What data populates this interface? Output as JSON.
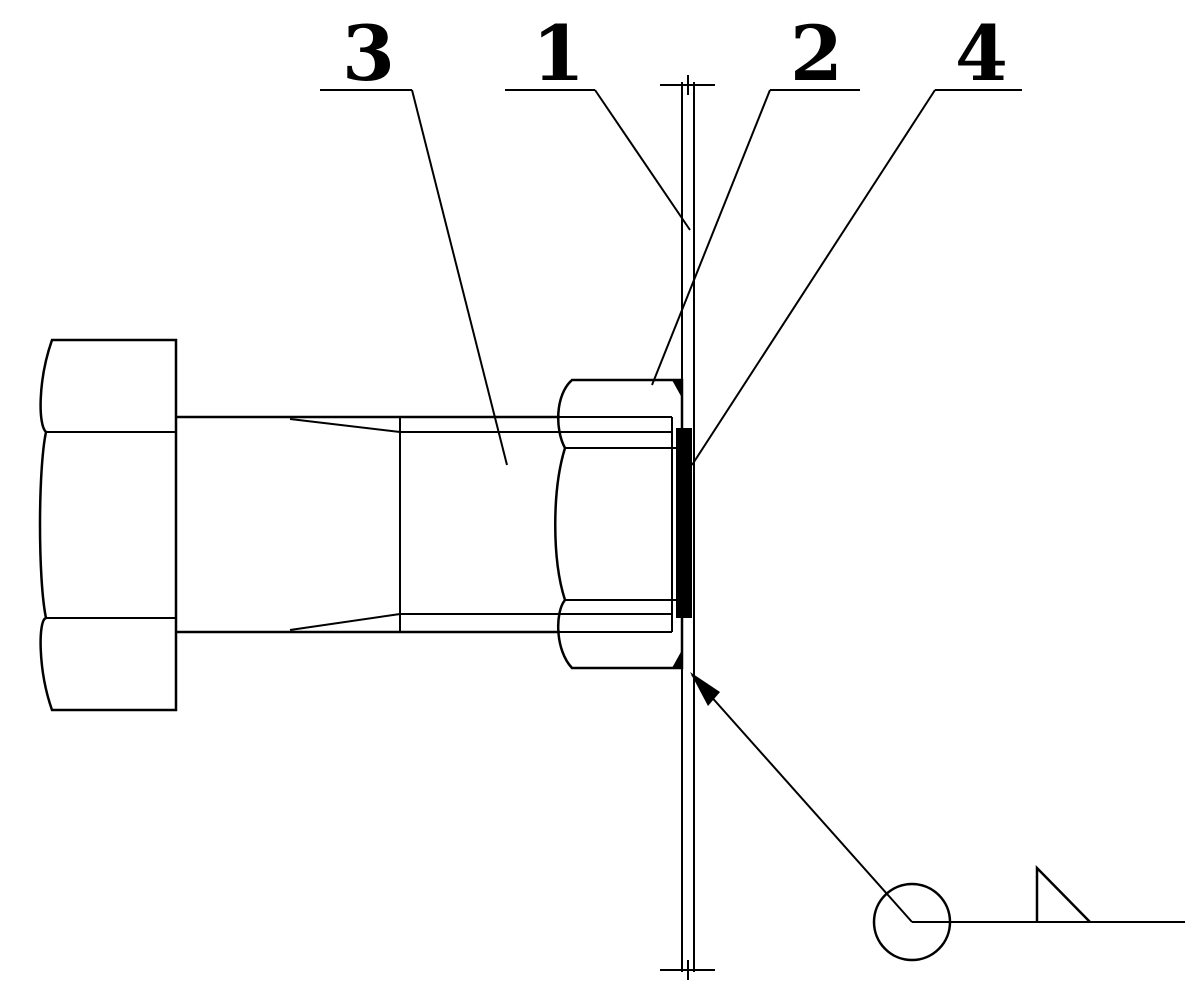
{
  "callouts": [
    {
      "id": "label-3",
      "text": "3"
    },
    {
      "id": "label-1",
      "text": "1"
    },
    {
      "id": "label-2",
      "text": "2"
    },
    {
      "id": "label-4",
      "text": "4"
    }
  ],
  "colors": {
    "line": "#000000",
    "background": "#ffffff"
  }
}
